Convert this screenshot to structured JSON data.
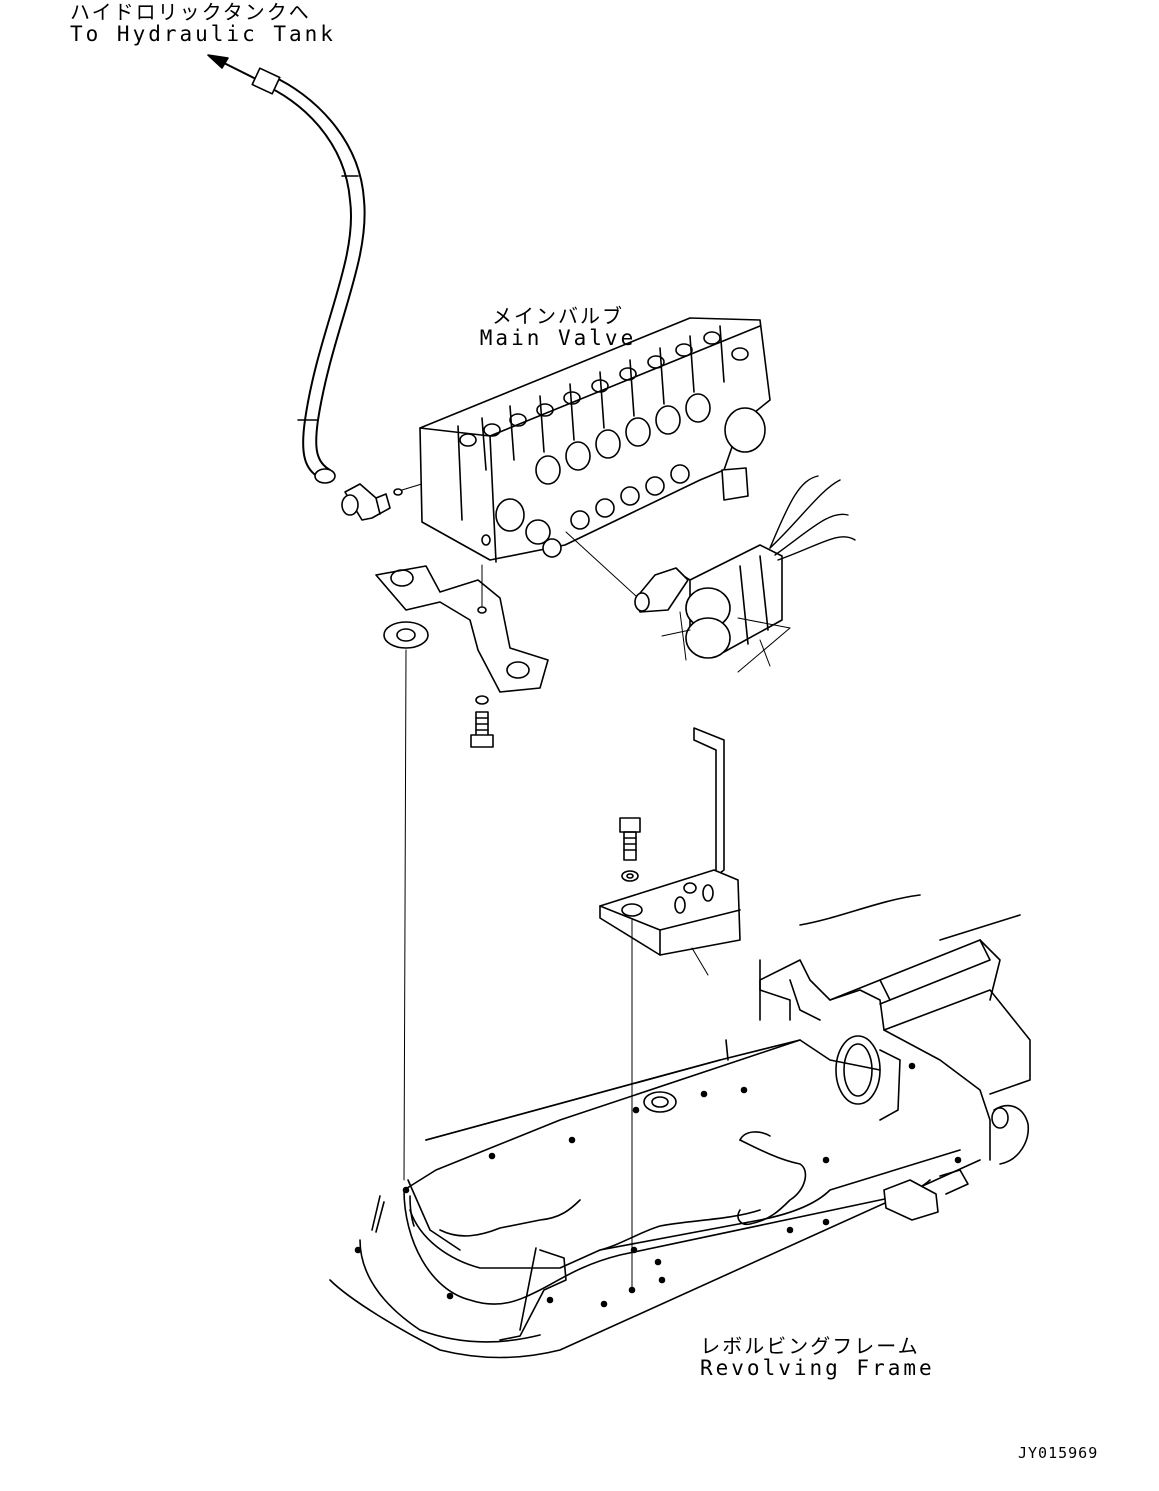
{
  "labels": {
    "hydraulic_tank": {
      "jp": "ハイドロリックタンクへ",
      "en": "To Hydraulic Tank"
    },
    "main_valve": {
      "jp": "メインバルブ",
      "en": "Main Valve"
    },
    "revolving_frame": {
      "jp": "レボルビングフレーム",
      "en": "Revolving Frame"
    }
  },
  "drawing_id": "JY015969",
  "colors": {
    "line": "#000000",
    "background": "#ffffff"
  }
}
